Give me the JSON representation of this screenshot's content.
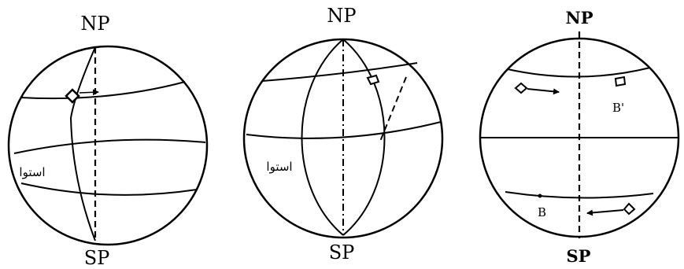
{
  "globes": [
    {
      "north_label": "NP",
      "south_label": "SP",
      "equator_label": "استوا"
    },
    {
      "north_label": "NP",
      "south_label": "SP",
      "equator_label": "استوا"
    },
    {
      "north_label": "NP",
      "south_label": "SP",
      "point_top_label": "B'",
      "point_bottom_label": "B"
    }
  ],
  "colors": {
    "ink": "#000000",
    "background": "#ffffff"
  }
}
